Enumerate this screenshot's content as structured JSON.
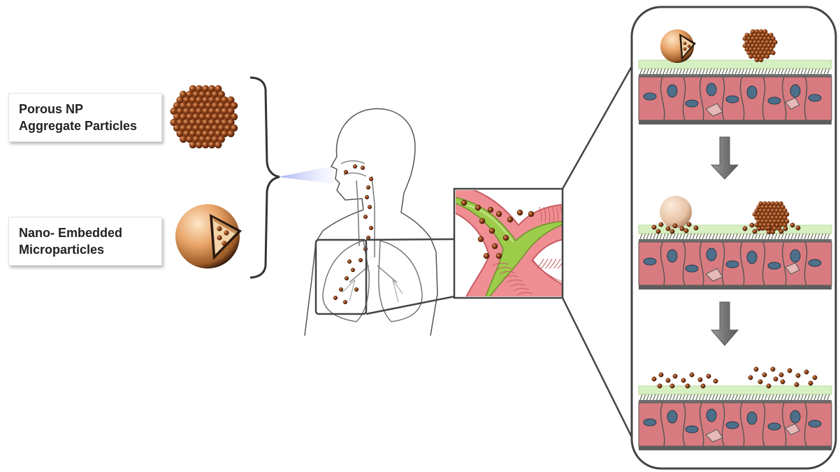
{
  "labels": {
    "porous": {
      "line1": "Porous NP",
      "line2": "Aggregate Particles"
    },
    "nano": {
      "line1": "Nano- Embedded",
      "line2": "Microparticles"
    }
  },
  "colors": {
    "particle": "#8a3d12",
    "particle_highlight": "#d9884d",
    "sphere_shell": "#e8a46a",
    "airway_wall": "#e7868a",
    "mucus": "#9ccc4a",
    "epithelium_cell": "#d87b80",
    "cell_nucleus": "#4d6f8a",
    "mucus_layer": "#d9f2c2",
    "arrow": "#888888",
    "outline": "#333333"
  },
  "icons": [
    "porous-aggregate-particle-icon",
    "nano-embedded-microparticle-icon",
    "human-respiratory-system-icon",
    "bronchiole-closeup-icon",
    "epithelium-stage-icon",
    "down-arrow-icon"
  ],
  "stages": [
    "intact-particles",
    "particles-dissolving",
    "nanoparticles-released"
  ]
}
